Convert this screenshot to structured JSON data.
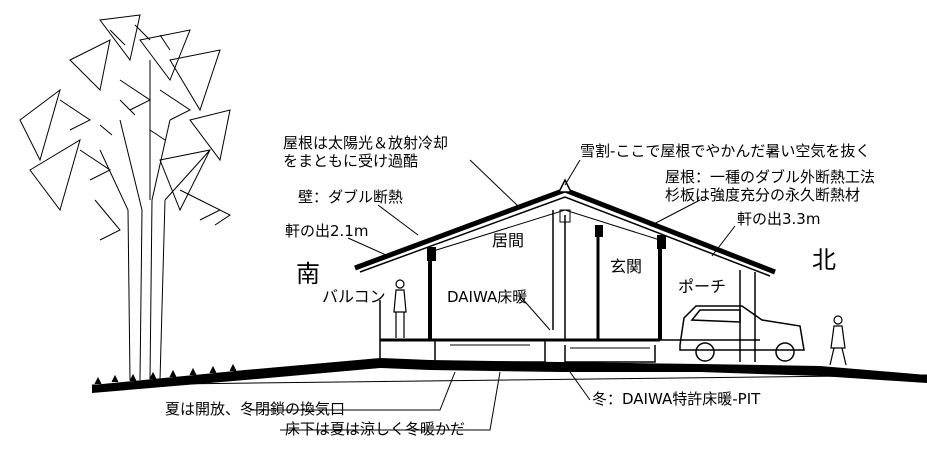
{
  "annotations": {
    "roof_heat_line1": "屋根は太陽光＆放射冷却",
    "roof_heat_line2": "をまともに受け過酷",
    "ridge_vent": "雪割‐ここで屋根でやかんだ暑い空気を抜く",
    "wall_insulation": "壁：ダブル断熱",
    "roof_method_line1": "屋根：一種のダブル外断熱工法",
    "roof_method_line2": "杉板は強度充分の永久断熱材",
    "eave_south": "軒の出2.1m",
    "eave_north": "軒の出3.3m",
    "summer_vent": "夏は開放、冬閉鎖の換気口",
    "underfloor": "床下は夏は涼しく冬暖かだ",
    "winter_heating": "冬：DAIWA特許床暖‐PIT",
    "floor_heating": "DAIWA床暖"
  },
  "rooms": {
    "living": "居間",
    "entrance": "玄関",
    "porch": "ポーチ",
    "balcony": "バルコン"
  },
  "directions": {
    "south": "南",
    "north": "北"
  }
}
